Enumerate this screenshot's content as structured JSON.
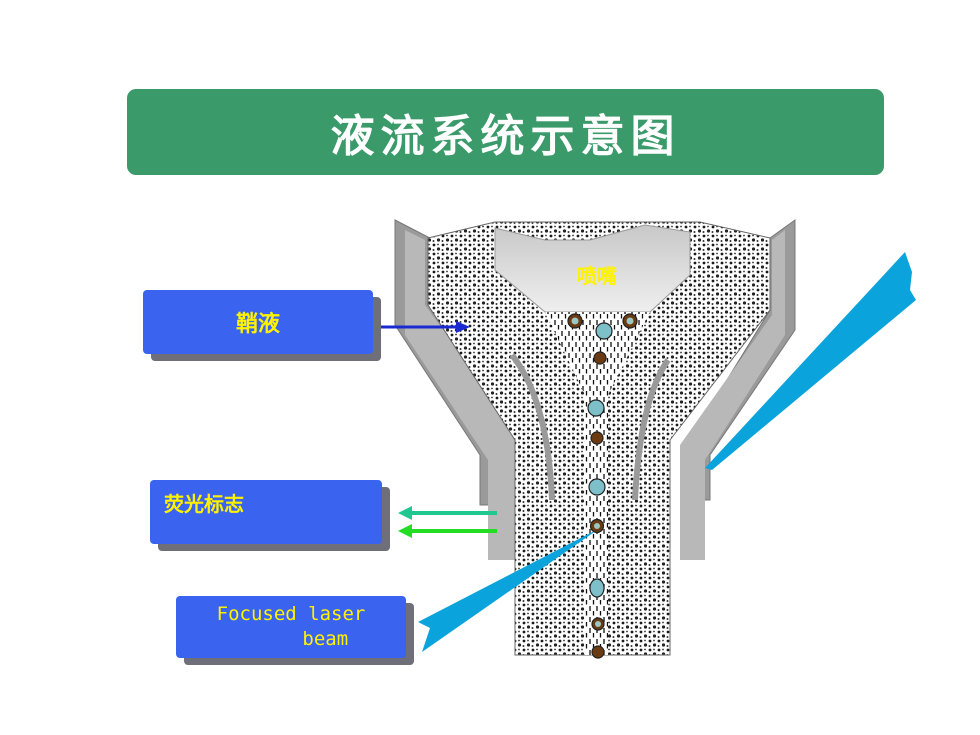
{
  "title": "液流系统示意图",
  "labels": {
    "sheath_fluid": "鞘液",
    "fluorescence": "荧光标志",
    "laser_line1": "Focused laser",
    "laser_line2": "      beam",
    "nozzle": "喷嘴"
  },
  "colors": {
    "title_bar": "#3a9a6a",
    "label_box": "#3a63f0",
    "label_text": "#fff200",
    "laser_beam": "#0aa3dc",
    "arrow_blue": "#1a2ad0",
    "arrow_teal": "#20c890",
    "arrow_green": "#22dd22"
  }
}
